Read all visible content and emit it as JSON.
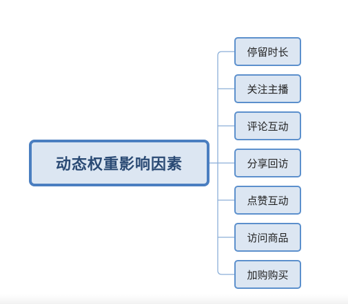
{
  "diagram": {
    "root": {
      "label": "动态权重影响因素"
    },
    "children": [
      {
        "label": "停留时长"
      },
      {
        "label": "关注主播"
      },
      {
        "label": "评论互动"
      },
      {
        "label": "分享回访"
      },
      {
        "label": "点赞互动"
      },
      {
        "label": "访问商品"
      },
      {
        "label": "加购购买"
      }
    ]
  },
  "colors": {
    "root_border": "#4a7ec0",
    "node_fill": "#dce6f2",
    "child_border": "#5b8fcc",
    "connector": "#8aaed8",
    "root_text": "#2a4a74"
  }
}
